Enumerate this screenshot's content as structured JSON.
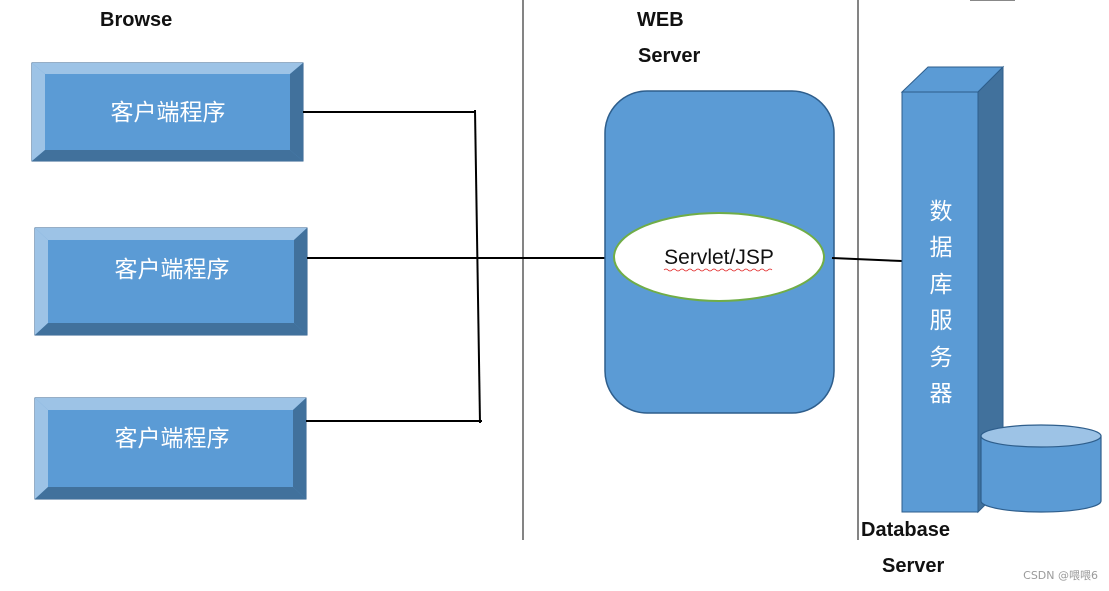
{
  "sections": {
    "browse": "Browse",
    "web_server_line1": "WEB",
    "web_server_line2": "Server",
    "database_line1": "Database",
    "database_line2": "Server"
  },
  "clients": [
    {
      "label": "客户端程序"
    },
    {
      "label": "客户端程序"
    },
    {
      "label": "客户端程序"
    }
  ],
  "web_server": {
    "component": "Servlet/JSP"
  },
  "database": {
    "chars": [
      "数",
      "据",
      "库",
      "服",
      "务",
      "器"
    ]
  },
  "watermark": "CSDN @喂喂6",
  "colors": {
    "box_face": "#5b9bd5",
    "box_dark": "#41719c",
    "box_light": "#9dc3e6",
    "border": "#2e5e8c",
    "oval_stroke": "#70ad47"
  }
}
